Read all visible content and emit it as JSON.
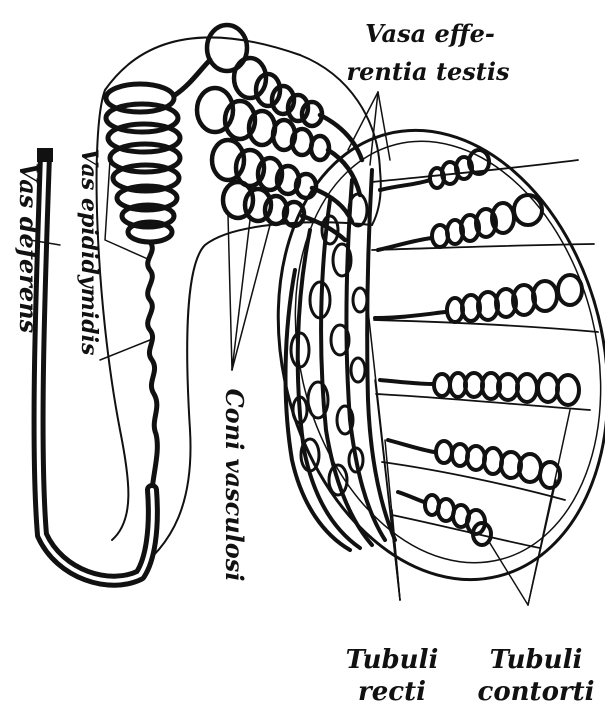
{
  "labels": {
    "vasa_efferentia_line1": "Vasa effe-",
    "vasa_efferentia_line2": "rentia testis",
    "vas_deferens": "Vas deferens",
    "vas_epididymidis": "Vas epididymidis",
    "coni_vasculosi": "Coni vasculosi",
    "tubuli_recti_line1": "Tubuli",
    "tubuli_recti_line2": "recti",
    "tubuli_contorti_line1": "Tubuli",
    "tubuli_contorti_line2": "contorti"
  },
  "colors": {
    "ink": "#111111",
    "paper": "#ffffff"
  }
}
